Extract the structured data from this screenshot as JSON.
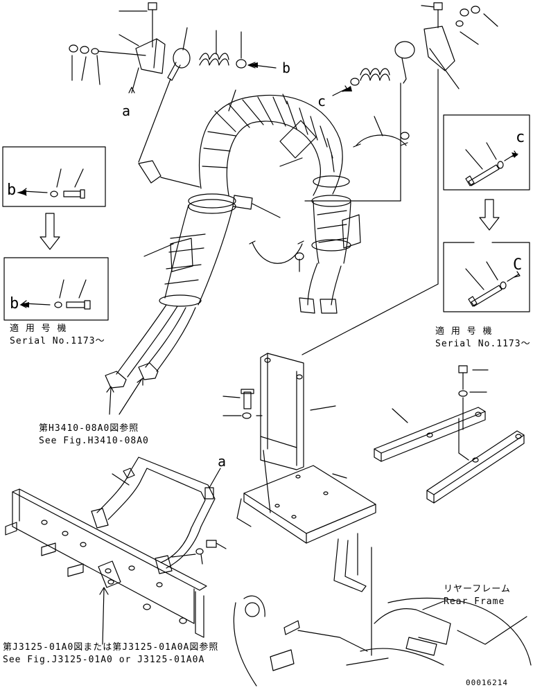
{
  "callouts": {
    "a_top": "a",
    "b_top": "b",
    "c_top": "c",
    "b_inset1": "b",
    "b_inset2": "b",
    "c_inset1": "c",
    "c_inset2": "C",
    "a_bottom": "a"
  },
  "notes": {
    "left_serial_jp": "適 用 号 機",
    "left_serial_en": "Serial No.1173～",
    "right_serial_jp": "適 用 号 機",
    "right_serial_en": "Serial No.1173～",
    "hose_ref_jp": "第H3410-08A0図参照",
    "hose_ref_en": "See Fig.H3410-08A0",
    "frame_ref_jp": "第J3125-01A0図または第J3125-01A0A図参照",
    "frame_ref_en": "See Fig.J3125-01A0 or J3125-01A0A",
    "rear_frame_jp": "リヤーフレーム",
    "rear_frame_en": "Rear Frame"
  },
  "drawing_number": "00016214"
}
